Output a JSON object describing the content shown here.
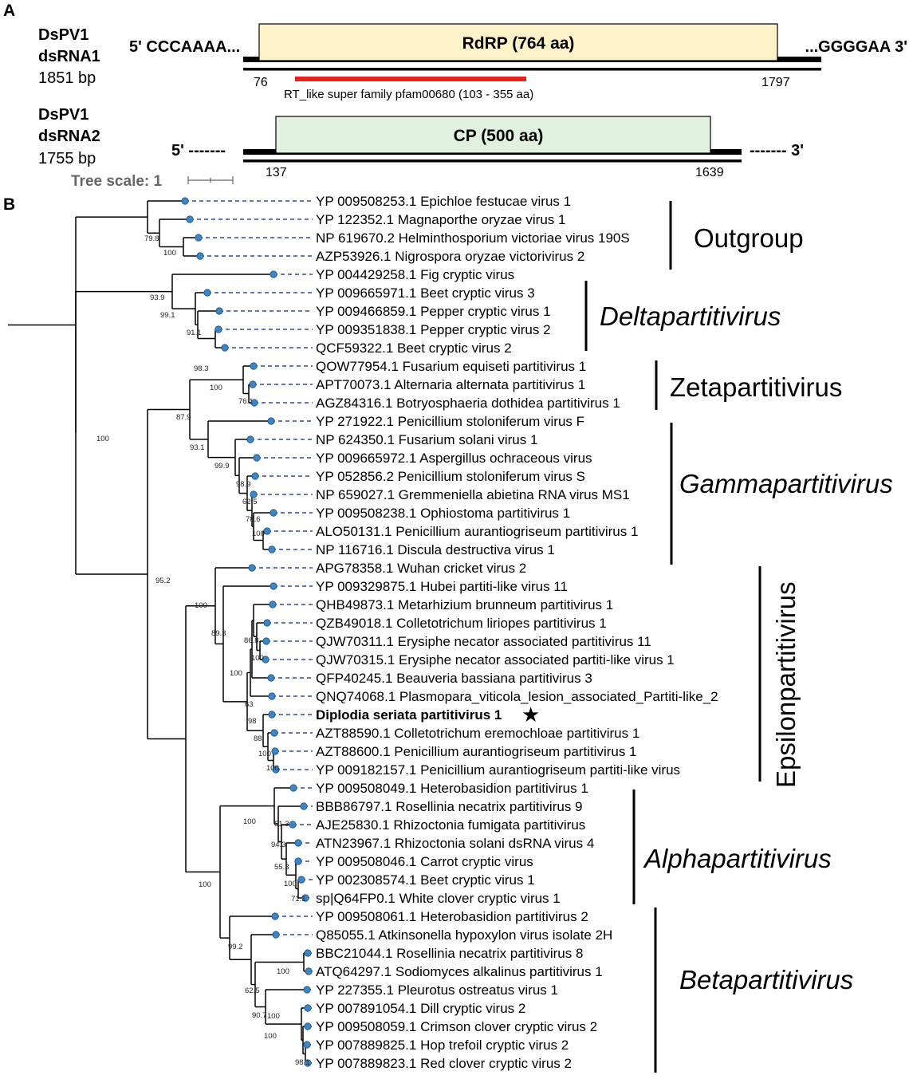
{
  "panel_a": {
    "label": "A",
    "seg1": {
      "name_l1": "DsPV1",
      "name_l2": "dsRNA1",
      "size": "1851 bp",
      "five": "5' CCCAAAA...",
      "three": "...GGGGAA 3'",
      "orf": "RdRP (764 aa)",
      "start": "76",
      "end": "1797",
      "domain": "RT_like super family pfam00680 (103 - 355 aa)",
      "orf_color": "#fdf2c7",
      "domain_color": "#e8211f"
    },
    "seg2": {
      "name_l1": "DsPV1",
      "name_l2": "dsRNA2",
      "size": "1755 bp",
      "five": "5' -------",
      "three": "------- 3'",
      "orf": "CP (500 aa)",
      "start": "137",
      "end": "1639",
      "orf_color": "#e1f1df"
    },
    "tree_scale": "Tree scale: 1"
  },
  "panel_b": {
    "label": "B",
    "taxa": [
      "YP 009508253.1 Epichloe festucae virus 1",
      "YP 122352.1 Magnaporthe oryzae virus 1",
      "NP 619670.2 Helminthosporium victoriae virus 190S",
      "AZP53926.1 Nigrospora oryzae victorivirus 2",
      "YP 004429258.1 Fig cryptic virus",
      "YP 009665971.1 Beet cryptic virus 3",
      "YP 009466859.1 Pepper cryptic virus 1",
      "YP 009351838.1 Pepper cryptic virus 2",
      "QCF59322.1 Beet cryptic virus 2",
      "QOW77954.1 Fusarium equiseti partitivirus 1",
      "APT70073.1 Alternaria alternata partitivirus 1",
      "AGZ84316.1 Botryosphaeria dothidea partitivirus 1",
      "YP 271922.1 Penicillium stoloniferum virus F",
      "NP 624350.1 Fusarium solani virus 1",
      "YP 009665972.1 Aspergillus ochraceous virus",
      "YP 052856.2 Penicillium stoloniferum virus S",
      "NP 659027.1 Gremmeniella abietina RNA virus MS1",
      "YP 009508238.1 Ophiostoma partitivirus 1",
      "ALO50131.1 Penicillium aurantiogriseum partitivirus 1",
      "NP 116716.1 Discula destructiva virus 1",
      "APG78358.1 Wuhan cricket virus 2",
      "YP 009329875.1 Hubei partiti-like virus 11",
      "QHB49873.1 Metarhizium brunneum partitivirus 1",
      "QZB49018.1 Colletotrichum liriopes partitivirus 1",
      "QJW70311.1 Erysiphe necator associated partitivirus 11",
      "QJW70315.1 Erysiphe necator associated partiti-like virus 1",
      "QFP40245.1 Beauveria bassiana partitivirus 3",
      "QNQ74068.1 Plasmopara_viticola_lesion_associated_Partiti-like_2",
      "Diplodia seriata partitivirus 1",
      "AZT88590.1 Colletotrichum eremochloae partitivirus 1",
      "AZT88600.1 Penicillium aurantiogriseum partitivirus 1",
      "YP 009182157.1 Penicillium aurantiogriseum partiti-like virus",
      "YP 009508049.1 Heterobasidion partitivirus 1",
      "BBB86797.1 Rosellinia necatrix partitivirus 9",
      "AJE25830.1 Rhizoctonia fumigata partitivirus",
      "ATN23967.1 Rhizoctonia solani dsRNA virus 4",
      "YP 009508046.1 Carrot cryptic virus",
      "YP 002308574.1 Beet cryptic virus 1",
      "sp|Q64FP0.1 White clover cryptic virus 1",
      "YP 009508061.1 Heterobasidion partitivirus 2",
      "Q85055.1 Atkinsonella hypoxylon virus isolate 2H",
      "BBC21044.1 Rosellinia necatrix partitivirus 8",
      "ATQ64297.1 Sodiomyces alkalinus partitivirus 1",
      "YP 227355.1 Pleurotus ostreatus virus 1",
      "YP 007891054.1 Dill cryptic virus 2",
      "YP 009508059.1 Crimson clover cryptic virus 2",
      "YP 007889825.1 Hop trefoil cryptic virus 2",
      "YP 007889823.1 Red clover cryptic virus 2"
    ],
    "highlight_taxon": "Diplodia seriata partitivirus 1",
    "highlight_color": "#3a4fb5",
    "star": "★",
    "clades": [
      "Outgroup",
      "Deltapartitivirus",
      "Zetapartitivirus",
      "Gammapartitivirus",
      "Epsilonpartitivirus",
      "Alphapartitivirus",
      "Betapartitivirus"
    ],
    "bootstrap": [
      "79.8",
      "100",
      "93.9",
      "99.1",
      "91.1",
      "98.3",
      "100",
      "76.1",
      "87.9",
      "93.1",
      "99.9",
      "98.9",
      "62.5",
      "78.6",
      "100",
      "100",
      "95.2",
      "100",
      "89.3",
      "86.8",
      "100",
      "100",
      "63",
      "98",
      "88",
      "100",
      "100",
      "100",
      "51.3",
      "94.3",
      "55.3",
      "100",
      "71.1",
      "100",
      "99.2",
      "62.5",
      "100",
      "90.7",
      "100",
      "100",
      "98.1"
    ],
    "tip_color": "#3d86c6",
    "dash_color": "#2f48a8"
  }
}
